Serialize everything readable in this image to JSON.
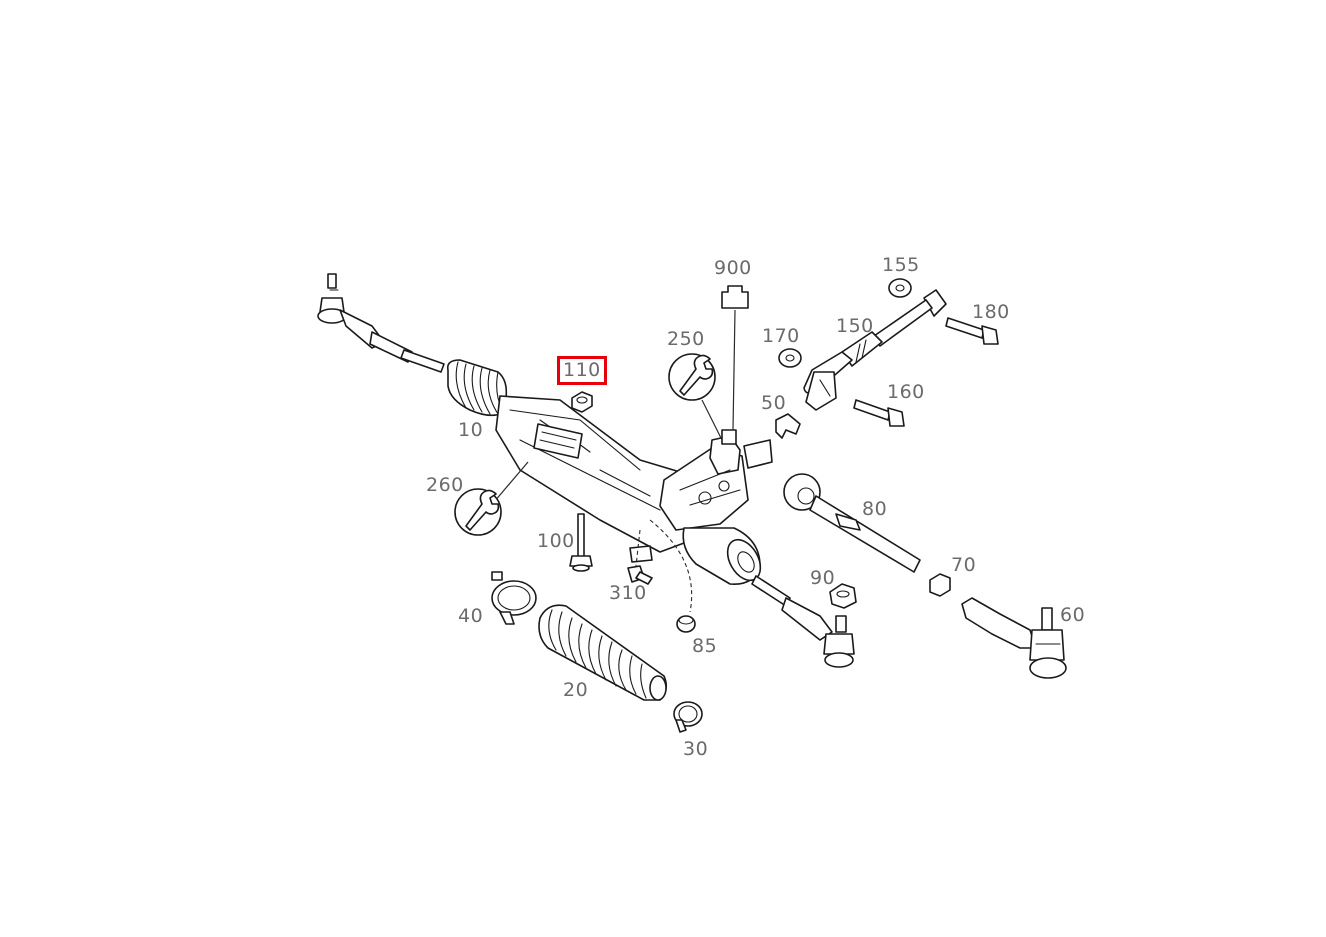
{
  "diagram": {
    "selected_callout": "110",
    "callouts": {
      "c10": "10",
      "c20": "20",
      "c30": "30",
      "c40": "40",
      "c50": "50",
      "c60": "60",
      "c70": "70",
      "c80": "80",
      "c85": "85",
      "c90": "90",
      "c100": "100",
      "c110": "110",
      "c150": "150",
      "c155": "155",
      "c160": "160",
      "c170": "170",
      "c180": "180",
      "c250": "250",
      "c260": "260",
      "c310": "310",
      "c900": "900"
    },
    "colors": {
      "highlight": "#e8000b",
      "label": "#6b6b6b",
      "line": "#1a1a1a"
    }
  }
}
